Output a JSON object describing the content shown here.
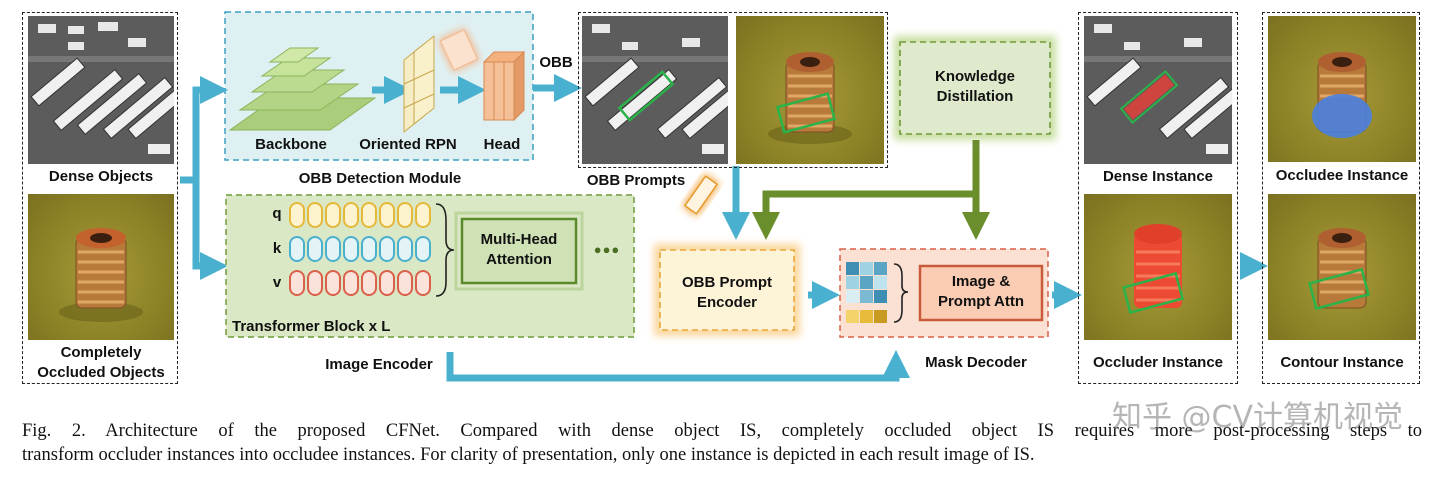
{
  "input": {
    "dense_label": "Dense Objects",
    "occluded_label_line1": "Completely",
    "occluded_label_line2": "Occluded Objects"
  },
  "obb_module": {
    "backbone_label": "Backbone",
    "rpn_label": "Oriented RPN",
    "head_label": "Head",
    "title": "OBB Detection Module",
    "obb_arrow_label": "OBB"
  },
  "transformer": {
    "q_label": "q",
    "k_label": "k",
    "v_label": "v",
    "attention_line1": "Multi-Head",
    "attention_line2": "Attention",
    "ellipsis": "●●●",
    "block_label": "Transformer Block x L",
    "encoder_label": "Image Encoder"
  },
  "prompts": {
    "label": "OBB Prompts",
    "encoder_line1": "OBB Prompt",
    "encoder_line2": "Encoder"
  },
  "distillation": {
    "line1": "Knowledge",
    "line2": "Distillation"
  },
  "decoder": {
    "attn_line1": "Image &",
    "attn_line2": "Prompt Attn",
    "label": "Mask Decoder"
  },
  "outputs": {
    "dense_instance": "Dense Instance",
    "occluder_instance": "Occluder Instance",
    "occludee_instance": "Occludee Instance",
    "contour_instance": "Contour Instance"
  },
  "caption": {
    "line1": "Fig. 2.    Architecture of the proposed CFNet. Compared with dense object IS, completely occluded object IS requires more post-processing steps to",
    "line2": "transform occluder instances into occludee instances. For clarity of presentation, only one instance is depicted in each result image of IS."
  },
  "watermark": "知乎 @CV计算机视觉",
  "colors": {
    "arrow_blue": "#4ab0cf",
    "arrow_green": "#6b8e2c",
    "obb_panel_fill": "#dff0f3",
    "transformer_fill": "#dbe8c6",
    "prompt_encoder_fill": "#fdf3d7",
    "decoder_fill": "#fbe1d3",
    "distill_fill": "#dfeacc"
  }
}
